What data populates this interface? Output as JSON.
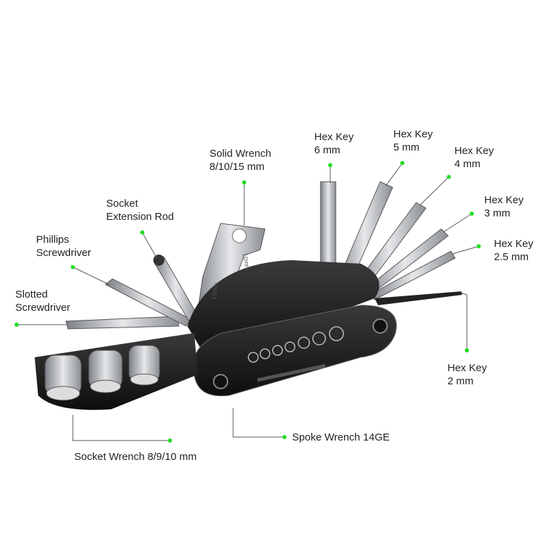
{
  "labels": {
    "hex6": {
      "line1": "Hex Key",
      "line2": "6 mm"
    },
    "hex5": {
      "line1": "Hex Key",
      "line2": "5 mm"
    },
    "hex4": {
      "line1": "Hex Key",
      "line2": "4 mm"
    },
    "hex3": {
      "line1": "Hex Key",
      "line2": "3 mm"
    },
    "hex25": {
      "line1": "Hex Key",
      "line2": "2.5 mm"
    },
    "hex2": {
      "line1": "Hex Key",
      "line2": "2 mm"
    },
    "solid_wrench": {
      "line1": "Solid Wrench",
      "line2": "8/10/15 mm"
    },
    "socket_ext": {
      "line1": "Socket",
      "line2": "Extension Rod"
    },
    "phillips": {
      "line1": "Phillips",
      "line2": "Screwdriver"
    },
    "slotted": {
      "line1": "Slotted",
      "line2": "Screwdriver"
    },
    "spoke": {
      "line1": "Spoke Wrench 14GE"
    },
    "socket_wrench": {
      "line1": "Socket Wrench 8/9/10 mm"
    }
  },
  "wrench_marks": {
    "left": "15mm",
    "right": "10mm"
  },
  "colors": {
    "dot": "#22dd22",
    "leader": "#555555",
    "body": "#1b1b1b",
    "metal": "#b9bcc0"
  }
}
